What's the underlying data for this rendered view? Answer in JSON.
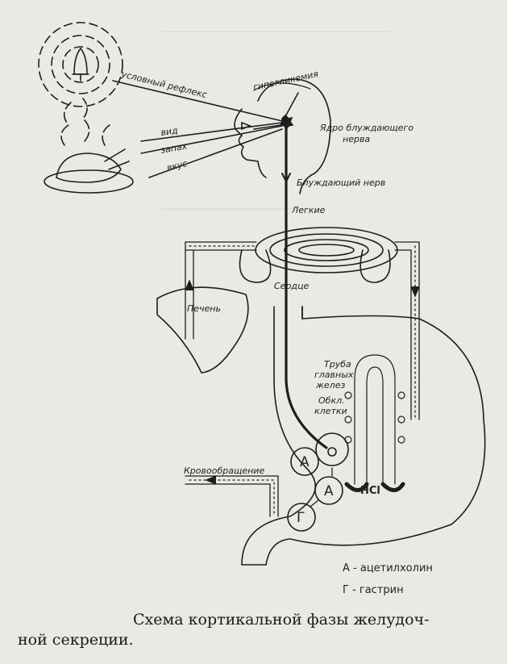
{
  "figure": {
    "stimuli": {
      "conditioned_reflex": "условный рефлекс",
      "sight": "вид",
      "smell": "запах",
      "taste": "вкус",
      "hypoglycemia": "гипогликемия"
    },
    "labels": {
      "vagus_nucleus_line1": "Ядро блуждающего",
      "vagus_nucleus_line2": "нерва",
      "vagus_nerve": "Блуждающий нерв",
      "lungs": "Легкие",
      "heart": "Сердце",
      "liver": "Печень",
      "circulation": "Кровообращение",
      "chief_glands_line1": "Труба",
      "chief_glands_line2": "главных",
      "chief_glands_line3": "желез",
      "parietal_cells_line1": "Обкл.",
      "parietal_cells_line2": "клетки",
      "hcl": "HCl"
    },
    "markers": {
      "a": "А",
      "g": "Г"
    },
    "legend": {
      "a": "А - ацетилхолин",
      "g": "Г - гастрин"
    }
  },
  "caption": {
    "line1": "Схема кортикальной фазы желудоч-",
    "line2": "ной секреции."
  },
  "colors": {
    "ink": "#1e1e1e",
    "paper": "#e9e9e6"
  }
}
